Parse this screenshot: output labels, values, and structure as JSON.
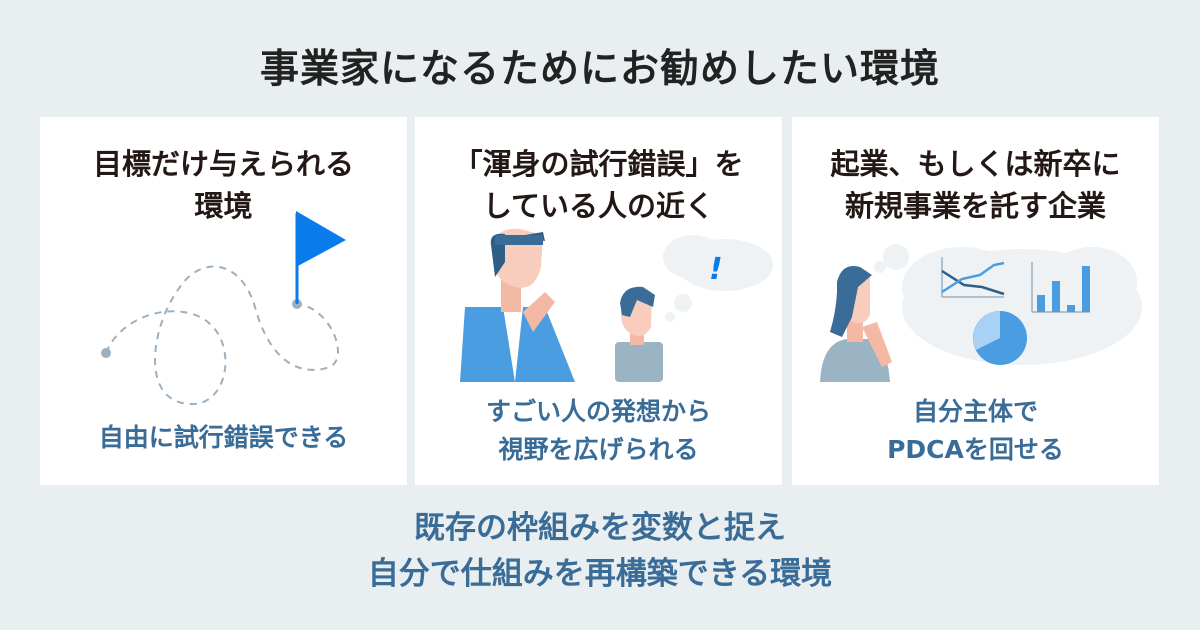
{
  "title": "事業家になるためにお勧めしたい環境",
  "panels": [
    {
      "heading_lines": [
        "目標だけ与えられる",
        "環境"
      ],
      "caption_lines": [
        "自由に試行錯誤できる"
      ],
      "illustration": "flag-path-icon"
    },
    {
      "heading_lines": [
        "「渾身の試行錯誤」を",
        "している人の近く"
      ],
      "caption_lines": [
        "すごい人の発想から",
        "視野を広げられる"
      ],
      "illustration": "people-thinking-icon",
      "bubble_text": "!"
    },
    {
      "heading_lines": [
        "起業、もしくは新卒に",
        "新規事業を託す企業"
      ],
      "caption_lines": [
        "自分主体で",
        "PDCAを回せる"
      ],
      "illustration": "woman-charts-icon"
    }
  ],
  "conclusion_lines": [
    "既存の枠組みを変数と捉え",
    "自分で仕組みを再構築できる環境"
  ],
  "colors": {
    "background": "#e9eef0",
    "accent": "#3a6c98",
    "flag": "#0a7bea"
  }
}
